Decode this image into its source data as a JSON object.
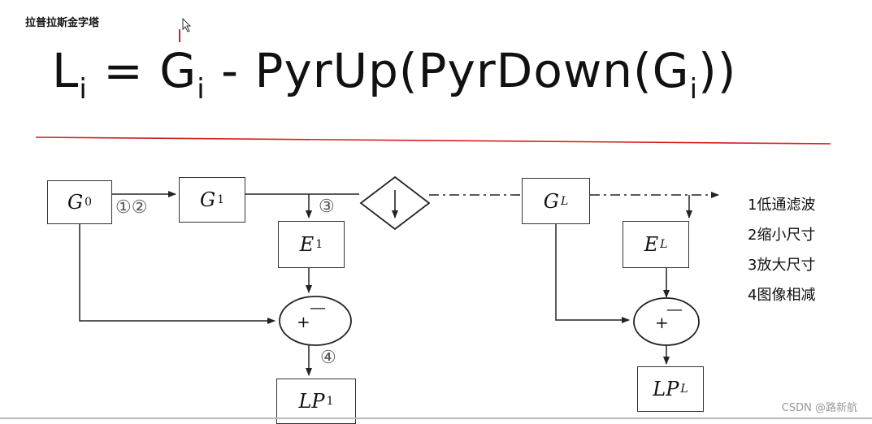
{
  "title": "拉普拉斯金字塔",
  "formula": {
    "L": "L",
    "sub_i": "i",
    "eq": " = ",
    "G": "G",
    "minus": " - ",
    "pyrup": "PyrUp(PyrDown(",
    "G2": "G",
    "close": "))"
  },
  "boxes": {
    "g0": {
      "main": "G",
      "sub": "0"
    },
    "g1": {
      "main": "G",
      "sub": "1"
    },
    "gl": {
      "main": "G",
      "sub": "L"
    },
    "e1": {
      "main": "E",
      "sub": "1"
    },
    "el": {
      "main": "E",
      "sub": "L"
    },
    "lp1": {
      "main": "LP",
      "sub": "1"
    },
    "lpl": {
      "main": "LP",
      "sub": "L"
    }
  },
  "steps": {
    "s12": "①②",
    "s3": "③",
    "s4": "④"
  },
  "adder": {
    "plus": "+",
    "minus": "—"
  },
  "legend": [
    "1低通滤波",
    "2缩小尺寸",
    "3放大尺寸",
    "4图像相减"
  ],
  "watermark": "CSDN @路新航",
  "colors": {
    "red_line": "#d42020",
    "stroke": "#222222"
  }
}
